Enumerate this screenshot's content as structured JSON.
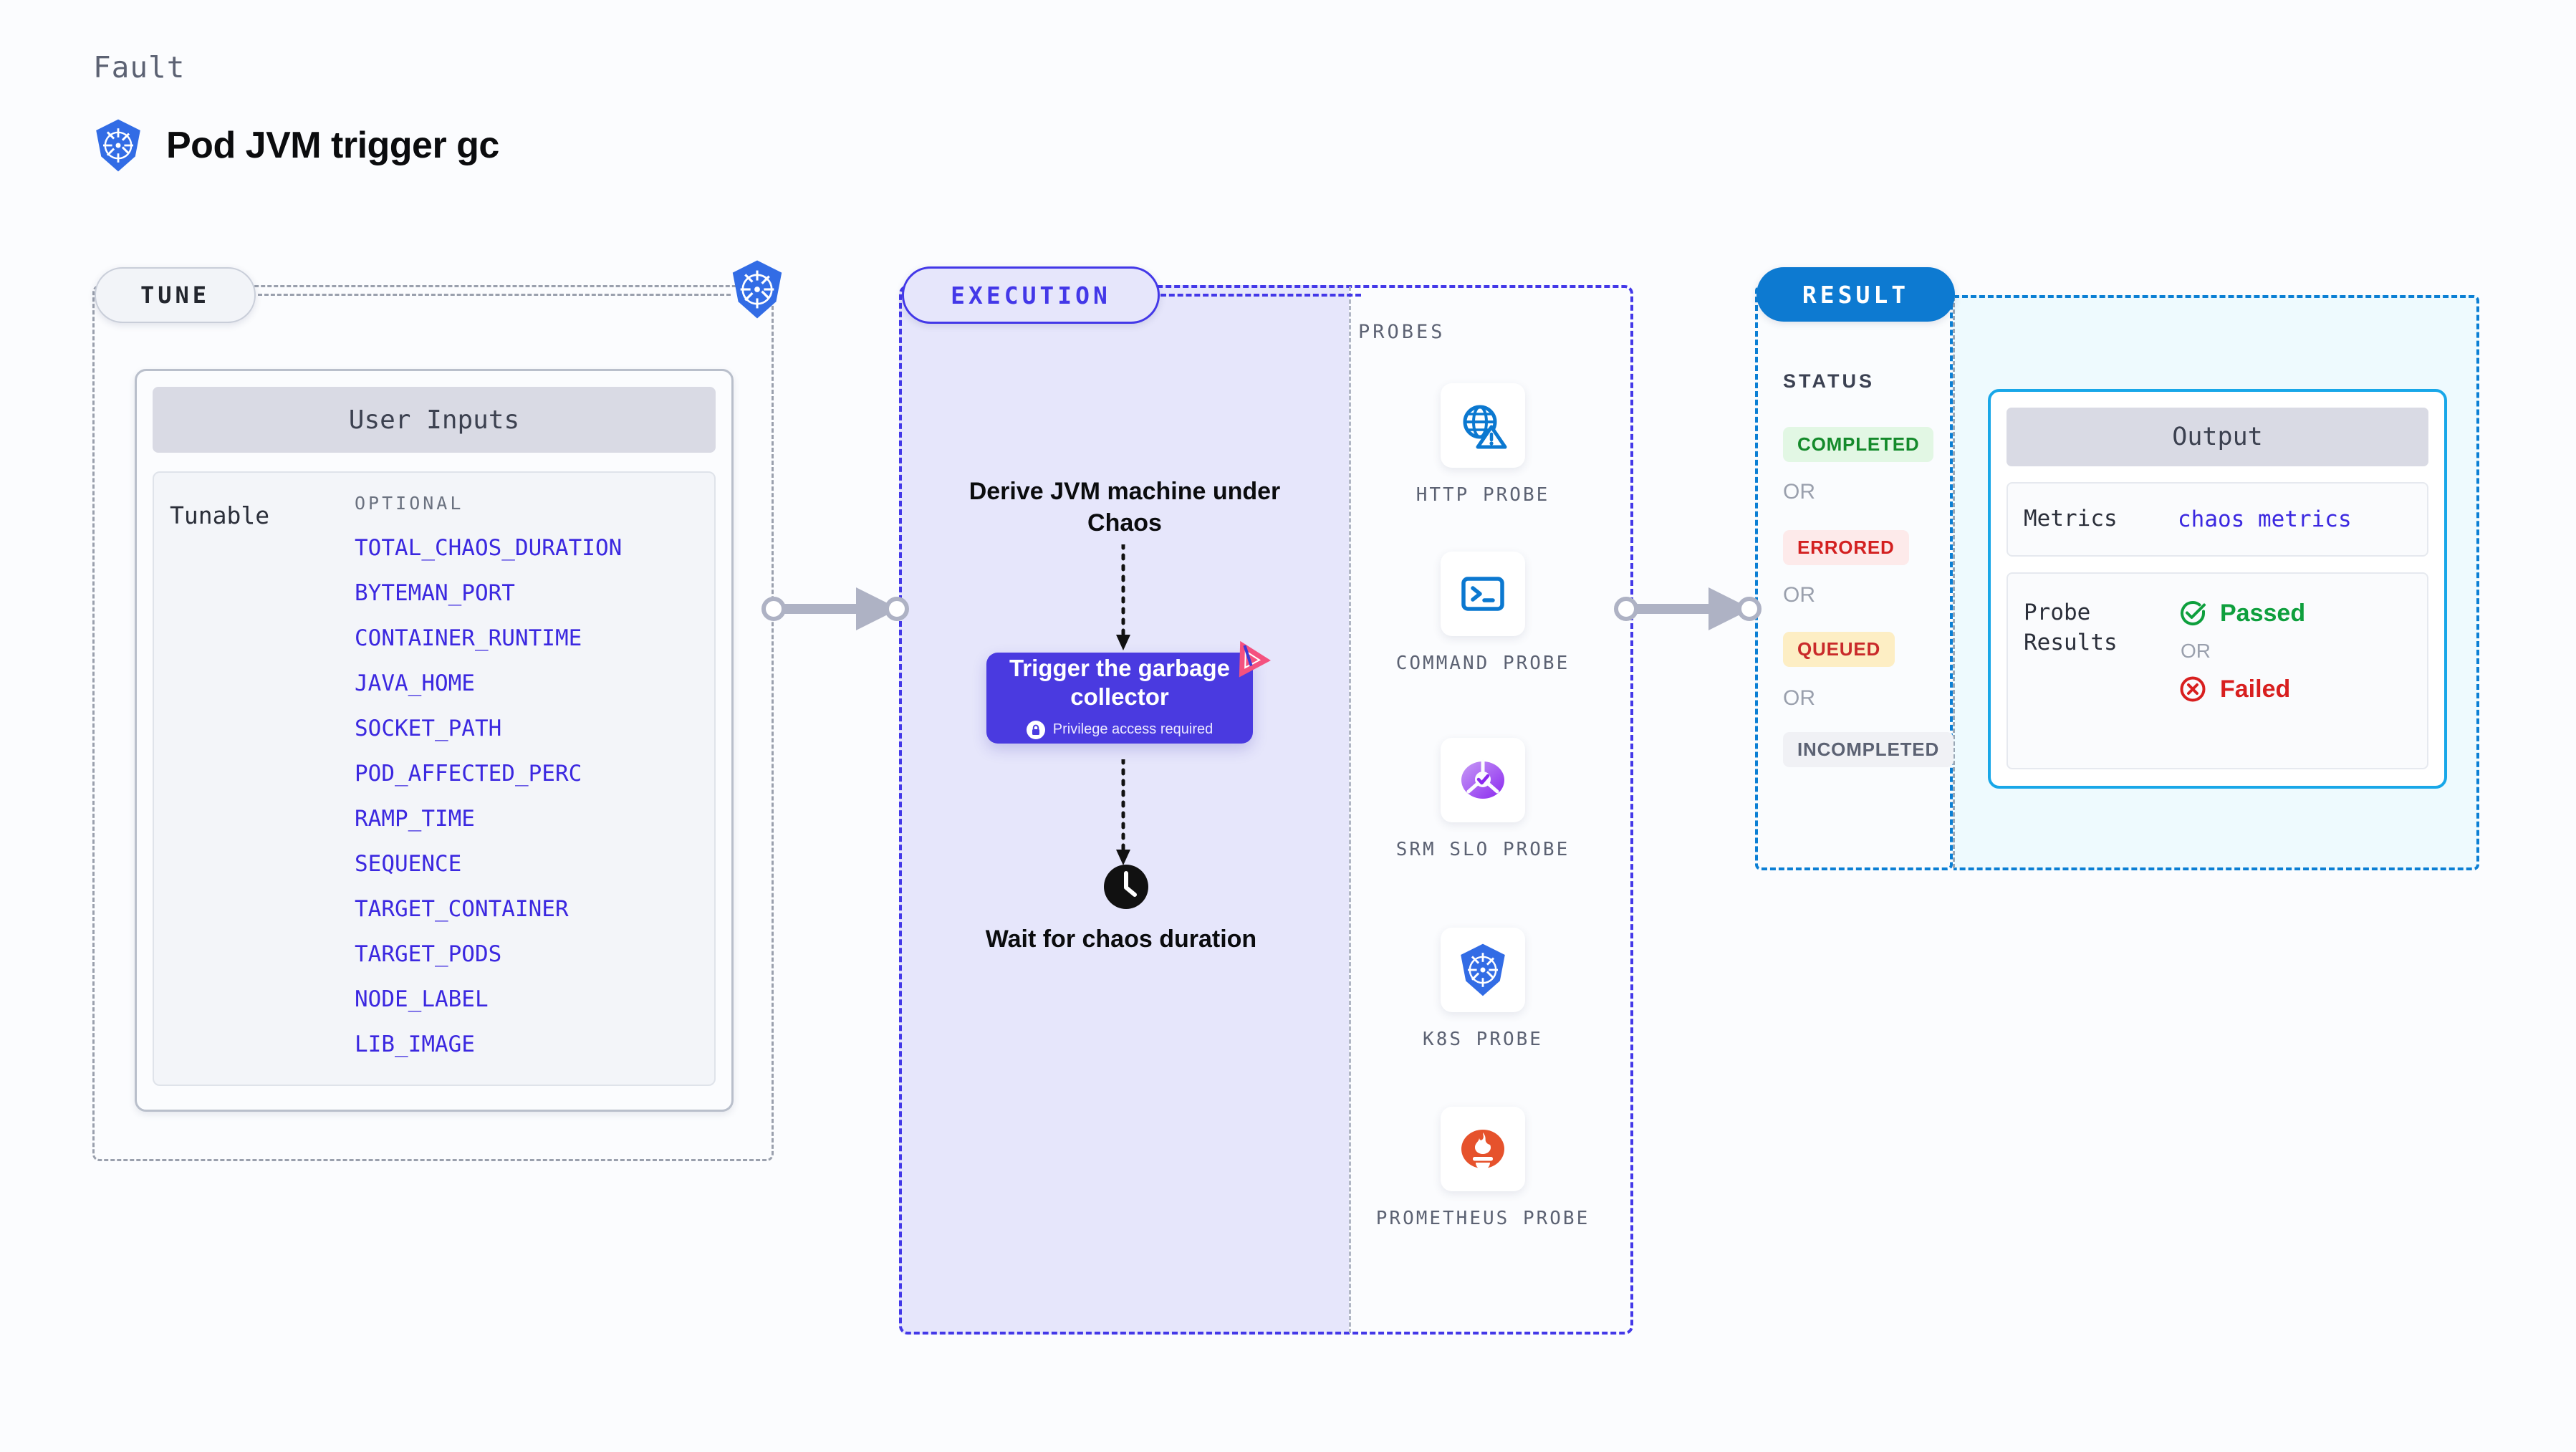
{
  "header": {
    "fault_label": "Fault",
    "title": "Pod JVM trigger gc",
    "icon": "kubernetes-logo"
  },
  "tune": {
    "pill_label": "TUNE",
    "border_icon": "kubernetes-logo",
    "card_header": "User Inputs",
    "tunable_label": "Tunable",
    "optional_label": "OPTIONAL",
    "tunables": [
      "TOTAL_CHAOS_DURATION",
      "BYTEMAN_PORT",
      "CONTAINER_RUNTIME",
      "JAVA_HOME",
      "SOCKET_PATH",
      "POD_AFFECTED_PERC",
      "RAMP_TIME",
      "SEQUENCE",
      "TARGET_CONTAINER",
      "TARGET_PODS",
      "NODE_LABEL",
      "LIB_IMAGE"
    ]
  },
  "execution": {
    "pill_label": "EXECUTION",
    "step_derive": "Derive JVM machine under Chaos",
    "gc_card": {
      "title": "Trigger the garbage collector",
      "privilege_text": "Privilege access required",
      "privilege_icon": "lock-icon",
      "corner_icon": "litmus-logo"
    },
    "step_wait": "Wait for chaos duration",
    "wait_icon": "clock-icon"
  },
  "probes": {
    "label": "PROBES",
    "items": [
      {
        "caption": "HTTP PROBE",
        "icon": "globe-warning-icon"
      },
      {
        "caption": "COMMAND PROBE",
        "icon": "terminal-icon"
      },
      {
        "caption": "SRM SLO PROBE",
        "icon": "srm-slo-icon"
      },
      {
        "caption": "K8S PROBE",
        "icon": "kubernetes-logo"
      },
      {
        "caption": "PROMETHEUS PROBE",
        "icon": "prometheus-logo"
      }
    ]
  },
  "result": {
    "pill_label": "RESULT",
    "status_label": "STATUS",
    "or_label": "OR",
    "statuses": [
      {
        "label": "COMPLETED",
        "color": "#148a2b",
        "bg": "#e2f7e4"
      },
      {
        "label": "ERRORED",
        "color": "#d32020",
        "bg": "#fdeaea"
      },
      {
        "label": "QUEUED",
        "color": "#c92a2a",
        "bg": "#fdeec4"
      },
      {
        "label": "INCOMPLETED",
        "color": "#5c6273",
        "bg": "#f0f1f5"
      }
    ],
    "output": {
      "header": "Output",
      "metrics_key": "Metrics",
      "metrics_value": "chaos metrics",
      "probe_results_key": "Probe Results",
      "passed_label": "Passed",
      "passed_icon": "check-circle-icon",
      "or_label": "OR",
      "failed_label": "Failed",
      "failed_icon": "x-circle-icon"
    }
  },
  "connectors": {
    "tune_to_execution": "arrow-right",
    "probes_to_result": "arrow-right"
  },
  "colors": {
    "tune_border": "#9aa0ad",
    "execution_border": "#4338e8",
    "execution_fill": "#e6e6fb",
    "result_border": "#0b7fd4",
    "output_border": "#18a7e8",
    "tunable_text": "#3b28e0",
    "gc_card": "#4a3ae0",
    "litmus_pink": "#f4517f"
  }
}
